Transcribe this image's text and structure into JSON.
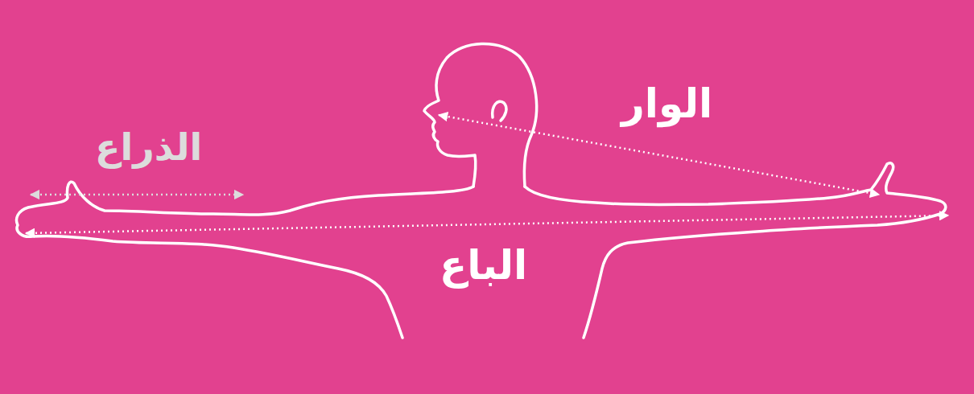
{
  "diagram": {
    "labels": [
      "الذراع",
      "الوار",
      "الباع"
    ]
  }
}
